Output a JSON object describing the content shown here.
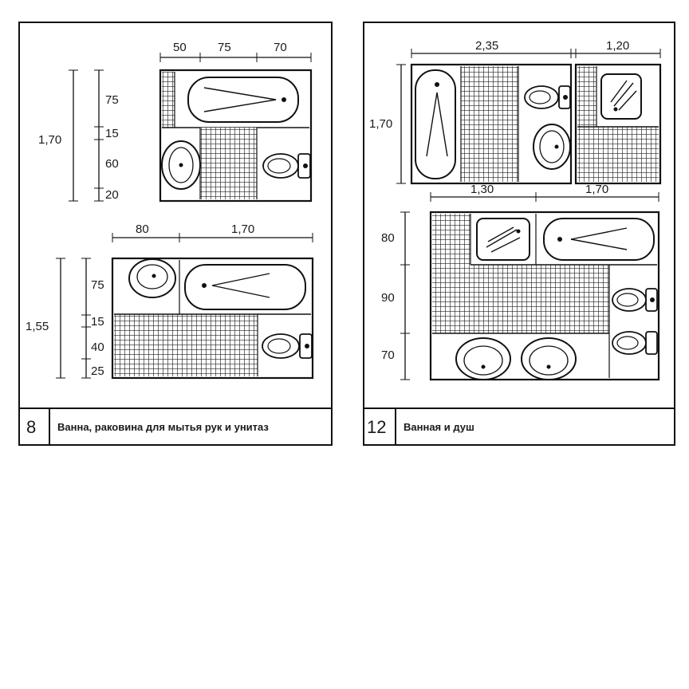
{
  "panel8": {
    "number": "8",
    "caption": "Ванна, раковина для мытья рук и унитаз",
    "plan_a": {
      "top_dims": [
        "50",
        "75",
        "70"
      ],
      "left_total": "1,70",
      "left_dims": [
        "75",
        "15",
        "60",
        "20"
      ]
    },
    "plan_b": {
      "top_dims": [
        "80",
        "1,70"
      ],
      "left_total": "1,55",
      "left_dims": [
        "75",
        "15",
        "40",
        "25"
      ]
    }
  },
  "panel12": {
    "number": "12",
    "caption": "Ванная и душ",
    "plan_a": {
      "top_dims": [
        "2,35",
        "1,20"
      ],
      "left_total": "1,70"
    },
    "plan_b": {
      "top_dims": [
        "1,30",
        "1,70"
      ],
      "left_dims": [
        "80",
        "90",
        "70"
      ]
    }
  }
}
